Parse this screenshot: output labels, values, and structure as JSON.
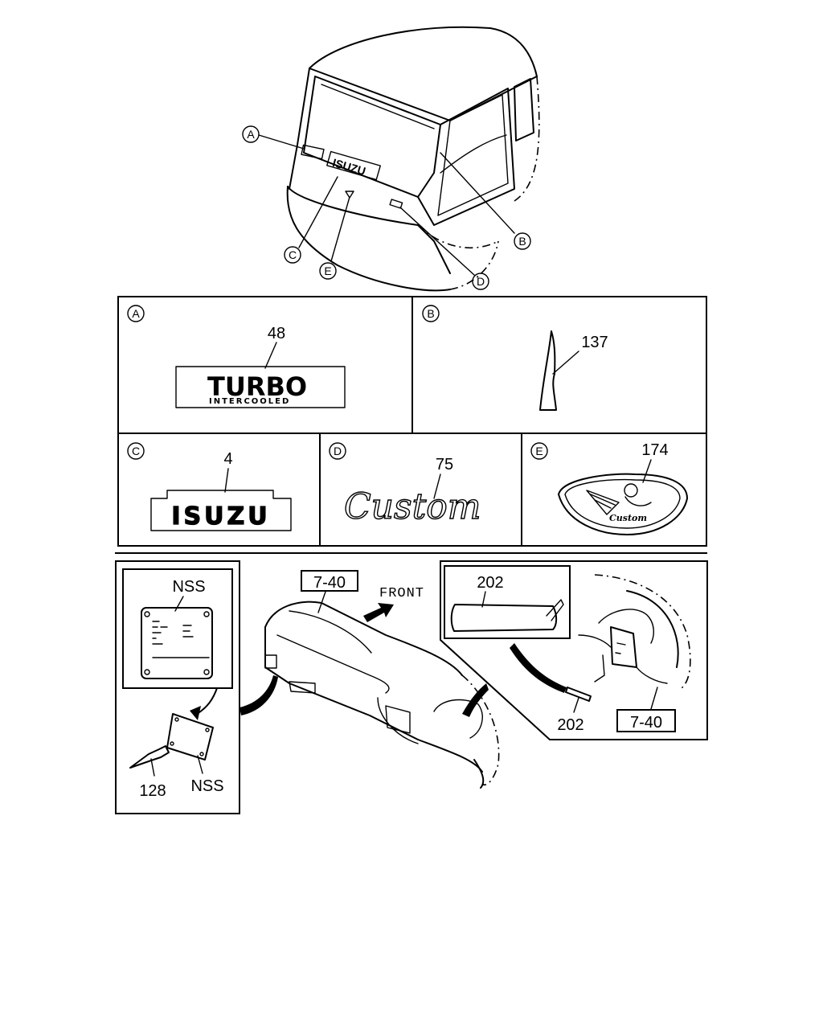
{
  "callouts": {
    "a": "A",
    "b": "B",
    "c": "C",
    "d": "D",
    "e": "E"
  },
  "parts": {
    "turbo_no": "48",
    "garnish_no": "137",
    "isuzu_no": "4",
    "custom_no": "75",
    "emblem_no": "174",
    "nss_top": "NSS",
    "nss_bottom": "NSS",
    "rivet_no": "128",
    "ref_dash": "7-40",
    "ref_dash_2": "7-40",
    "label_top": "202",
    "label_bottom": "202"
  },
  "front_label": "FRONT",
  "emblem_text": {
    "turbo": "TURBO",
    "intercooled": "INTERCOOLED",
    "isuzu": "ISUZU",
    "custom": "Custom",
    "emblem_custom": "Custom"
  }
}
